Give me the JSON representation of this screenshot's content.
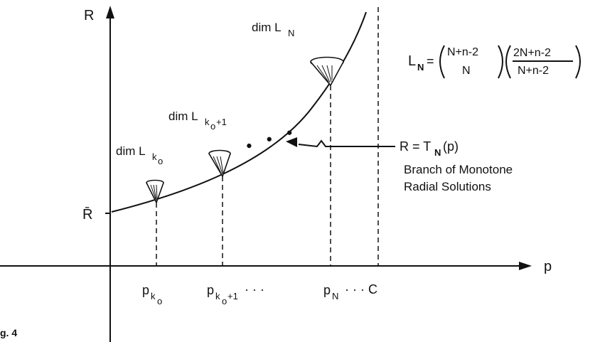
{
  "axes": {
    "y_label": "R",
    "x_label": "p",
    "r_bar": "R̄"
  },
  "curve_labels": {
    "dim_prefix": "dim L",
    "dim_k0_sub_k": "k",
    "dim_k0_sub_0": "o",
    "dim_k0p1_sub_k": "k",
    "dim_k0p1_sub_0": "o",
    "dim_k0p1_sub_rest": "+1",
    "dim_N_sub": "N",
    "dots": "• • •"
  },
  "formula": {
    "lhs": "L",
    "lhs_sub": "N",
    "eq": "=",
    "binom_top": "N+n-2",
    "binom_bottom": "N",
    "frac_top": "2N+n-2",
    "frac_bottom": "N+n-2"
  },
  "annotation": {
    "branch_eq_prefix": "R = T",
    "branch_eq_sub": "N",
    "branch_eq_suffix": "(p)",
    "line1": "Branch of Monotone",
    "line2": "Radial Solutions"
  },
  "x_ticks": {
    "p": "p",
    "k": "k",
    "o": "o",
    "plus1": "+1",
    "ellipsis": "· · ·",
    "N": "N",
    "ellipsis2": "· · · C"
  },
  "figure_label": "ɡ. 4"
}
